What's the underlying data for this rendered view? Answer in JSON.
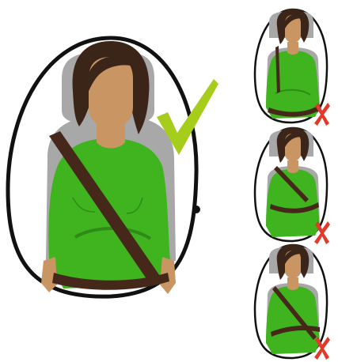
{
  "colors": {
    "background": "#ffffff",
    "frame": "#111111",
    "seat": "#a8a8a8",
    "skin": "#c89563",
    "hair": "#3b2418",
    "shirt": "#3fb41e",
    "shirt_shadow": "#2f8a1a",
    "belt": "#45281a",
    "check": "#a6cc1c",
    "cross": "#e23a2a"
  },
  "illustrations": [
    {
      "belt": "correct",
      "mark": "check-icon"
    },
    {
      "belt": "incorrect-over-belly",
      "mark": "cross-icon"
    },
    {
      "belt": "incorrect-shoulder-off",
      "mark": "cross-icon"
    },
    {
      "belt": "incorrect-under-arm",
      "mark": "cross-icon"
    }
  ]
}
